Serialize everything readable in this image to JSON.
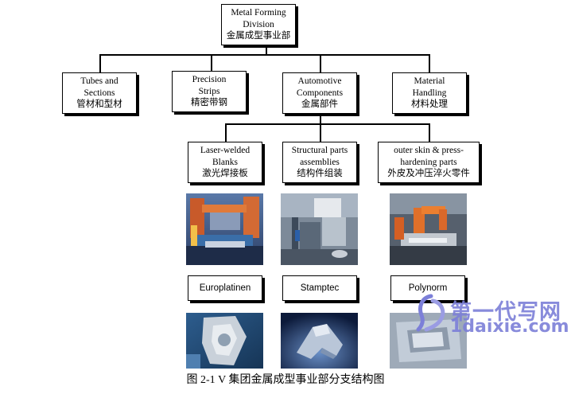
{
  "root": {
    "title": "Metal Forming Division",
    "cn": "金属成型事业部"
  },
  "divisions": [
    {
      "title": "Tubes and Sections",
      "cn": "管材和型材"
    },
    {
      "title": "Precision Strips",
      "cn": "精密带钢"
    },
    {
      "title": "Automotive Components",
      "cn": "金属部件"
    },
    {
      "title": "Material Handling",
      "cn": "材料处理"
    }
  ],
  "components": [
    {
      "title": "Laser-welded Blanks",
      "cn": "激光焊接板",
      "brand": "Europlatinen"
    },
    {
      "title": "Structural parts assemblies",
      "cn": "结构件组装",
      "brand": "Stamptec"
    },
    {
      "title": "outer skin & press-hardening parts",
      "cn": "外皮及冲压淬火零件",
      "brand": "Polynorm"
    }
  ],
  "caption": "图 2-1 V 集团金属成型事业部分支结构图",
  "watermark": {
    "line1": "第一代写网",
    "line2": "1daixie.com"
  }
}
